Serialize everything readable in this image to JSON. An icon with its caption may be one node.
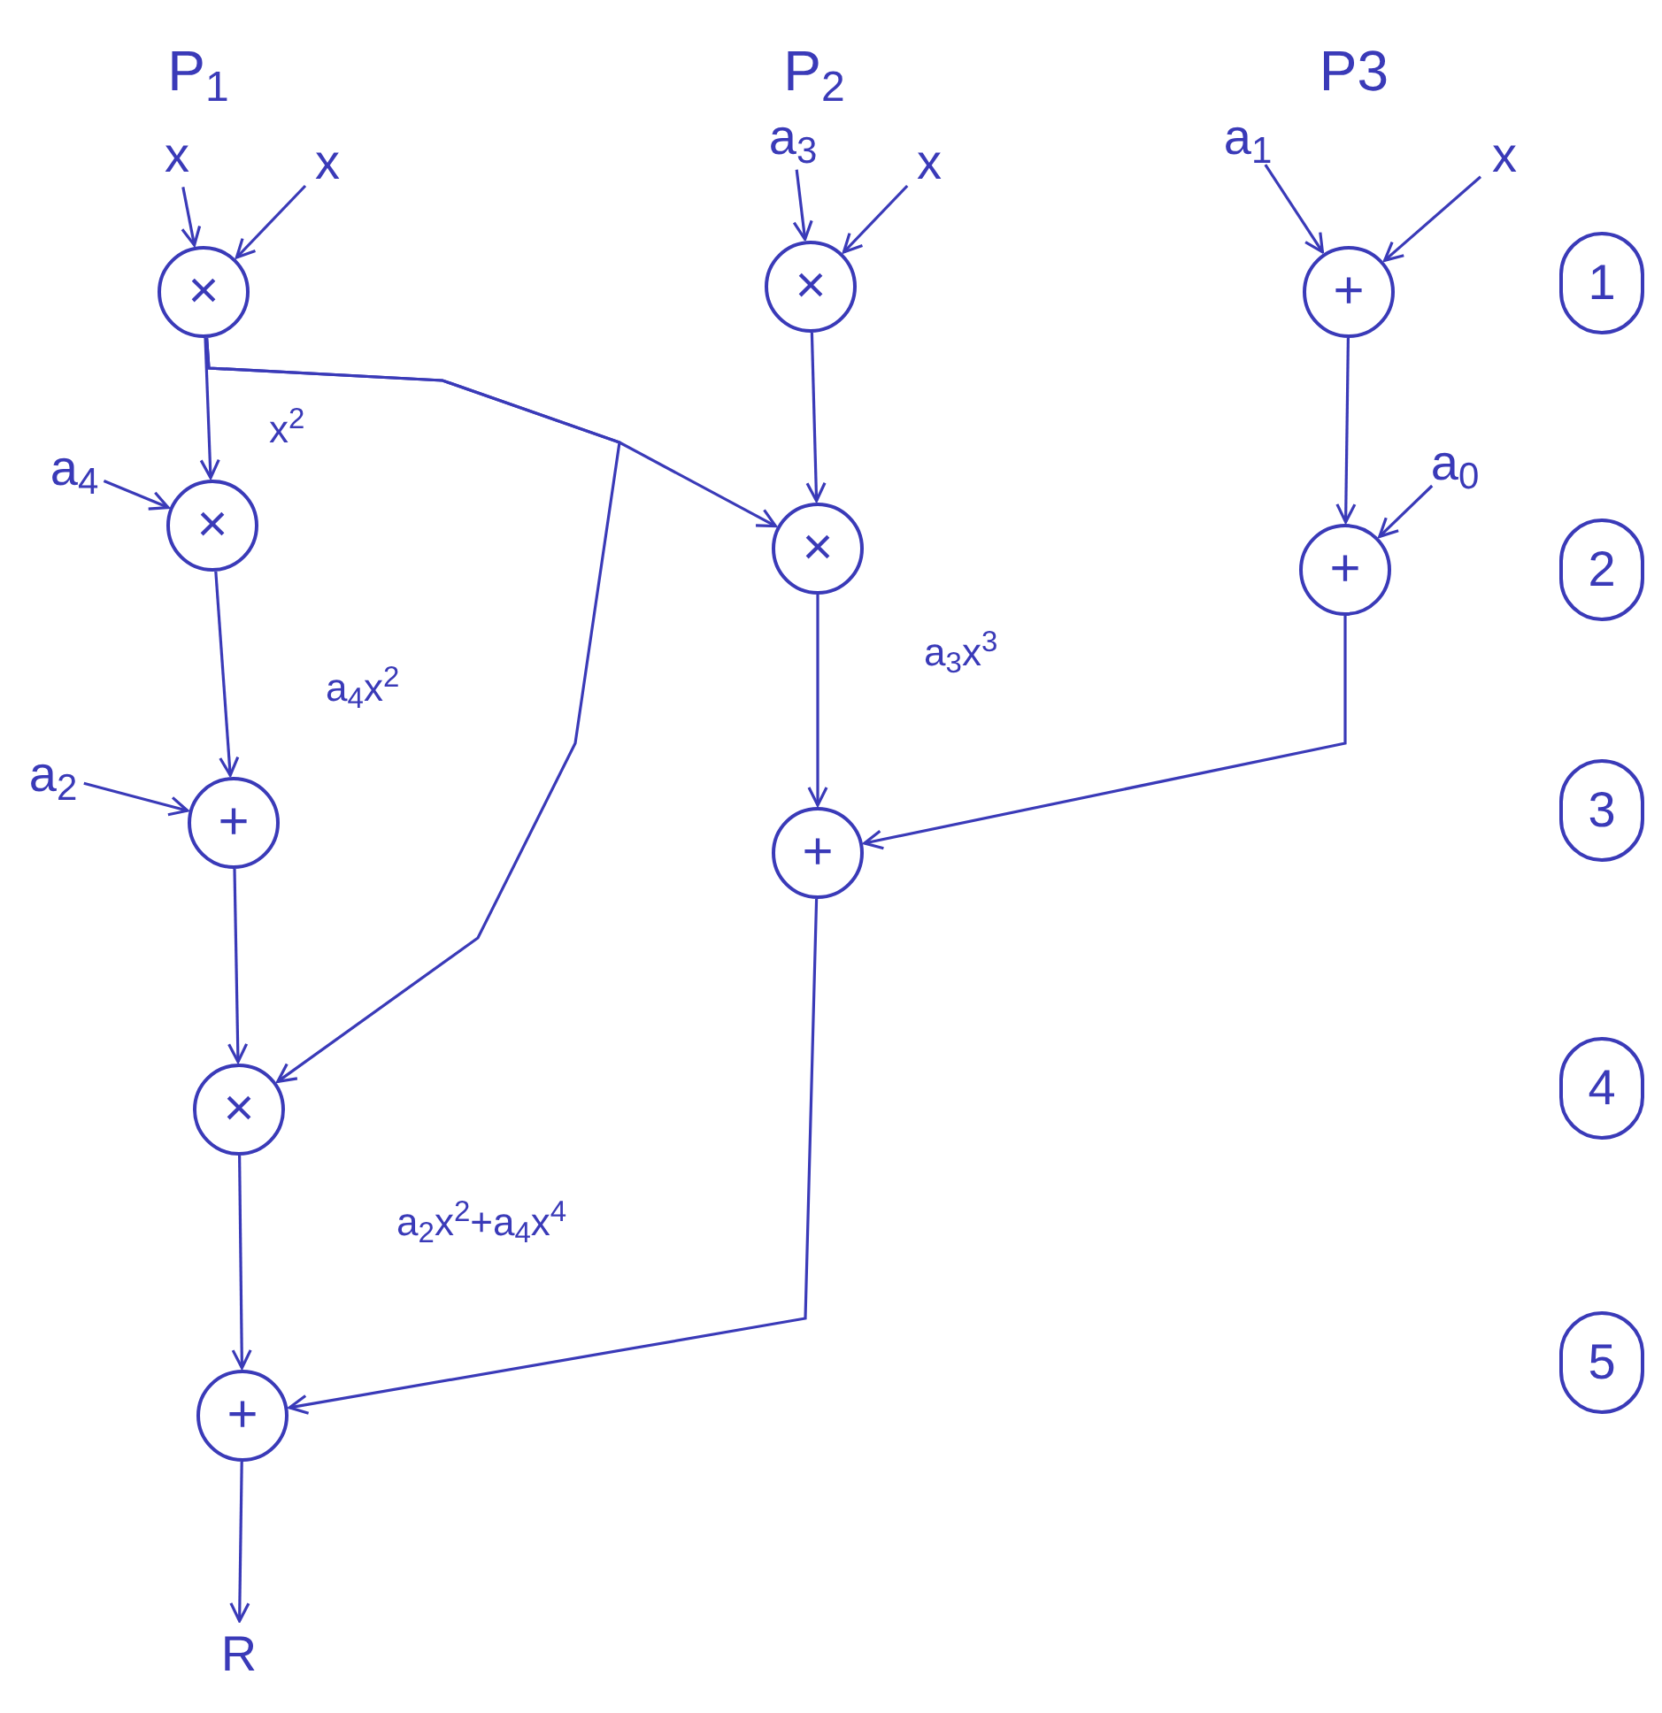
{
  "diagram": {
    "nodes": [
      {
        "text": [
          "x"
        ]
      },
      {
        "text": [
          "x"
        ]
      },
      {
        "text": [
          "a$_{3}$"
        ]
      },
      {
        "text": [
          "x"
        ]
      },
      {
        "text": [
          "a$_{1}$"
        ]
      },
      {
        "text": [
          "x"
        ]
      },
      {
        "text": [
          "×"
        ]
      },
      {
        "text": [
          "×"
        ]
      },
      {
        "text": [
          "+"
        ]
      },
      {
        "text": [
          "a$_{4}$"
        ]
      },
      {
        "text": [
          "×"
        ]
      },
      {
        "text": [
          "×"
        ]
      },
      {
        "text": [
          "a$_{0}$"
        ]
      },
      {
        "text": [
          "+"
        ]
      },
      {
        "text": [
          "a$_{2}$"
        ]
      },
      {
        "text": [
          "+"
        ]
      },
      {
        "text": [
          "+"
        ]
      },
      {
        "text": [
          "×"
        ]
      },
      {
        "text": [
          "+"
        ]
      },
      {
        "text": [
          "R"
        ]
      },
      {
        "text": [
          "1"
        ]
      },
      {
        "text": [
          "2"
        ]
      },
      {
        "text": [
          "3"
        ]
      },
      {
        "text": [
          "4"
        ]
      },
      {
        "text": [
          "5"
        ]
      }
    ],
    "edges": [
      {
        "from": 0,
        "to": 6,
        "arrow": "to"
      },
      {
        "from": 1,
        "to": 6,
        "arrow": "to"
      },
      {
        "from": 2,
        "to": 7,
        "arrow": "to"
      },
      {
        "from": 3,
        "to": 7,
        "arrow": "to"
      },
      {
        "from": 4,
        "to": 8,
        "arrow": "to"
      },
      {
        "from": 5,
        "to": 8,
        "arrow": "to"
      },
      {
        "from": 6,
        "to": 10,
        "arrow": "to",
        "label": "x$^{2}$"
      },
      {
        "from": 6,
        "to": 11,
        "arrow": "to"
      },
      {
        "from": 6,
        "to": 17,
        "arrow": "to"
      },
      {
        "from": 9,
        "to": 10,
        "arrow": "to"
      },
      {
        "from": 7,
        "to": 11,
        "arrow": "to"
      },
      {
        "from": 8,
        "to": 13,
        "arrow": "to"
      },
      {
        "from": 12,
        "to": 13,
        "arrow": "to"
      },
      {
        "from": 10,
        "to": 15,
        "arrow": "to",
        "label": "a$_{4}$x$^{2}$"
      },
      {
        "from": 14,
        "to": 15,
        "arrow": "to"
      },
      {
        "from": 11,
        "to": 16,
        "arrow": "to",
        "label": "a$_{3}$x$^{3}$"
      },
      {
        "from": 13,
        "to": 16,
        "arrow": "to"
      },
      {
        "from": 15,
        "to": 17,
        "arrow": "to"
      },
      {
        "from": 17,
        "to": 18,
        "arrow": "to",
        "label": "a$_{2}$x$^{2}$+a$_{4}$x$^{4}$"
      },
      {
        "from": 16,
        "to": 18,
        "arrow": "to"
      },
      {
        "from": 18,
        "to": 19,
        "arrow": "to"
      }
    ],
    "labels": [
      "P$_{1}$",
      "P$_{2}$",
      "P3"
    ]
  }
}
